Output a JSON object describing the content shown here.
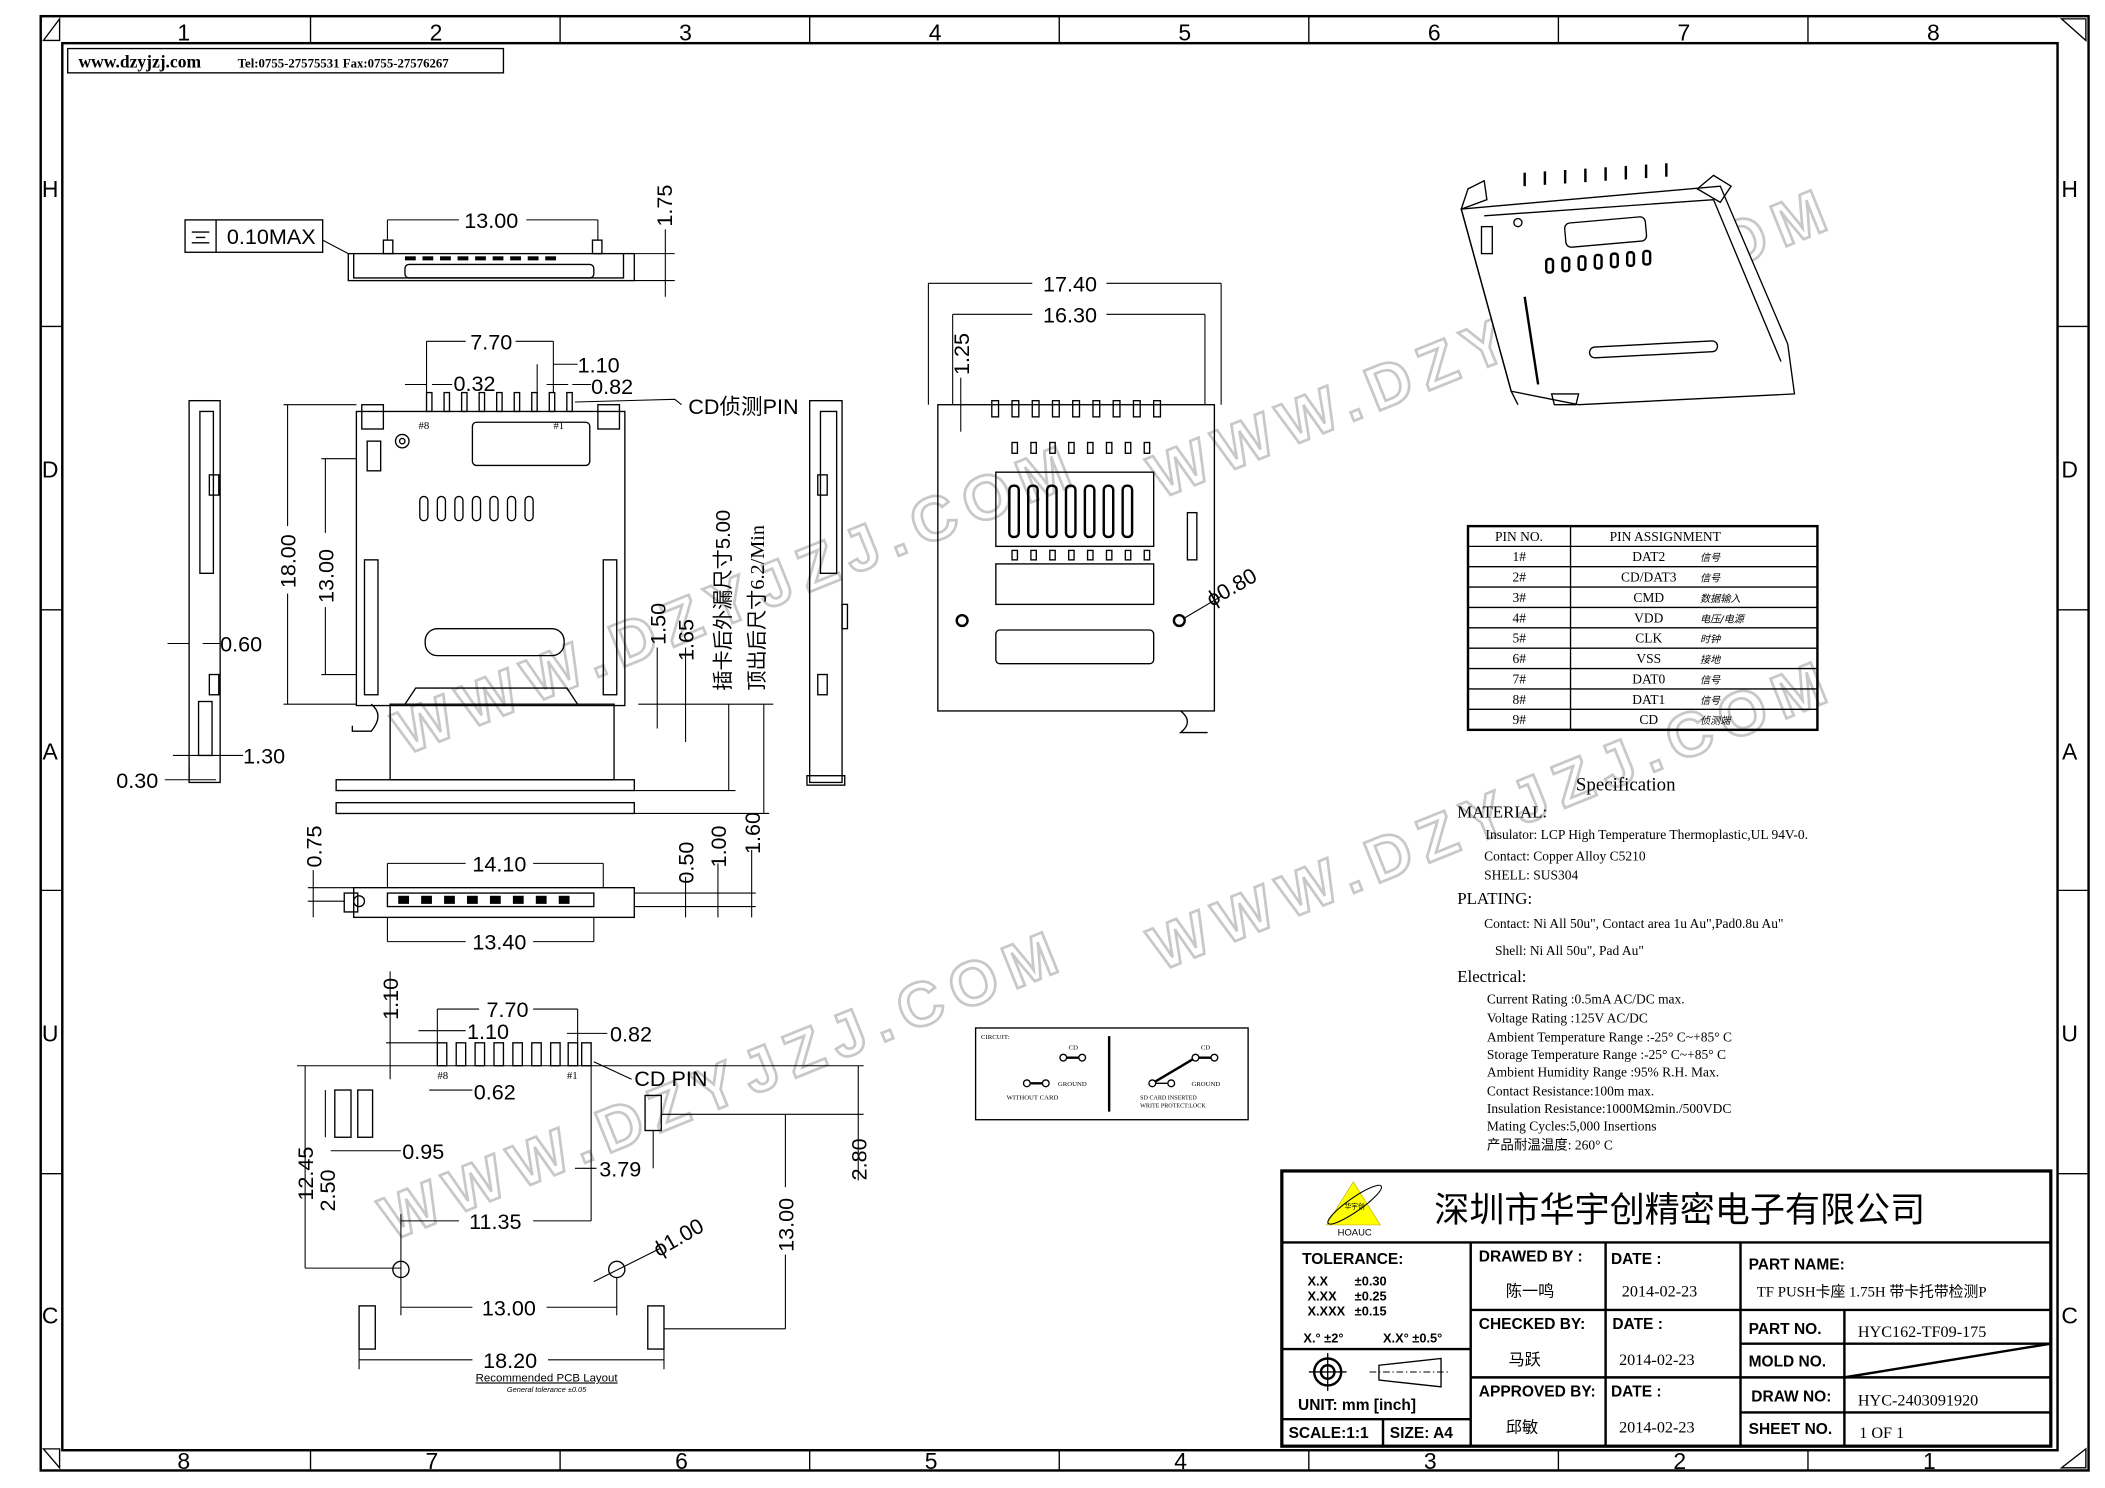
{
  "header": {
    "website": "www.dzyjzj.com",
    "contact": "Tel:0755-27575531  Fax:0755-27576267"
  },
  "ruler": {
    "top": [
      "1",
      "2",
      "3",
      "4",
      "5",
      "6",
      "7",
      "8"
    ],
    "bottom": [
      "8",
      "7",
      "6",
      "5",
      "4",
      "3",
      "2",
      "1"
    ],
    "sides": [
      "H",
      "D",
      "A",
      "U",
      "C"
    ]
  },
  "watermark": "WWW.DZYJZJ.COM",
  "top_view": {
    "flatness": "0.10MAX",
    "width": "13.00",
    "height": "1.75"
  },
  "front_view": {
    "d_770": "7.70",
    "d_110": "1.10",
    "d_032": "0.32",
    "d_082": "0.82",
    "cd_pin": "CD侦测PIN",
    "pin8": "#8",
    "pin1": "#1",
    "d_1800": "18.00",
    "d_1300": "13.00",
    "d_150": "1.50",
    "d_165": "1.65",
    "insert_note": "插卡后外漏尺寸5.00",
    "eject_note": "顶出后尺寸6.2/Min"
  },
  "side_view": {
    "d_060": "0.60",
    "d_130": "1.30",
    "d_030": "0.30"
  },
  "bottom_view": {
    "d_1410": "14.10",
    "d_1340": "13.40",
    "d_075": "0.75",
    "d_050": "0.50",
    "d_100": "1.00",
    "d_160": "1.60"
  },
  "mid_view": {
    "d_1740": "17.40",
    "d_1630": "16.30",
    "d_125": "1.25",
    "d_phi080": "ϕ0.80"
  },
  "pcb": {
    "d_110v": "1.10",
    "d_770": "7.70",
    "d_110": "1.10",
    "d_082": "0.82",
    "pin8": "#8",
    "pin1": "#1",
    "cd_pin": "CD  PIN",
    "d_062": "0.62",
    "d_095": "0.95",
    "d_1245": "12.45",
    "d_250": "2.50",
    "d_379": "3.79",
    "d_280": "2.80",
    "d_1135": "11.35",
    "d_1300v": "13.00",
    "d_phi100": "ϕ1.00",
    "d_1300": "13.00",
    "d_1820": "18.20",
    "title": "Recommended PCB Layout",
    "tolerance": "General tolerance ±0.05"
  },
  "circuit": {
    "title": "CIRCUIT:",
    "cd_left": "CD",
    "ground_left": "GROUND",
    "without_card": "WITHOUT  CARD",
    "cd_right": "CD",
    "ground_right": "GROUND",
    "inserted_1": "SD CARD INSERTED",
    "inserted_2": "WRITE PROTECT:LOCK"
  },
  "pin_table": {
    "headers": [
      "PIN NO.",
      "PIN ASSIGNMENT"
    ],
    "rows": [
      {
        "no": "1#",
        "signal": "DAT2",
        "desc": "信号"
      },
      {
        "no": "2#",
        "signal": "CD/DAT3",
        "desc": "信号"
      },
      {
        "no": "3#",
        "signal": "CMD",
        "desc": "数据输入"
      },
      {
        "no": "4#",
        "signal": "VDD",
        "desc": "电压/电源"
      },
      {
        "no": "5#",
        "signal": "CLK",
        "desc": "时钟"
      },
      {
        "no": "6#",
        "signal": "VSS",
        "desc": "接地"
      },
      {
        "no": "7#",
        "signal": "DAT0",
        "desc": "信号"
      },
      {
        "no": "8#",
        "signal": "DAT1",
        "desc": "信号"
      },
      {
        "no": "9#",
        "signal": "CD",
        "desc": "侦测端"
      }
    ]
  },
  "spec": {
    "title": "Specification",
    "material_h": "MATERIAL:",
    "insulator": "Insulator: LCP High Temperature Thermoplastic,UL 94V-0.",
    "contact": "Contact: Copper Alloy C5210",
    "shell": "SHELL: SUS304",
    "plating_h": "PLATING:",
    "plating_contact": "Contact: Ni All 50u\", Contact area 1u Au\",Pad0.8u Au\"",
    "plating_shell": "Shell: Ni All 50u\", Pad Au\"",
    "electrical_h": "Electrical:",
    "electrical": [
      "Current Rating :0.5mA AC/DC max.",
      "Voltage Rating :125V AC/DC",
      "Ambient Temperature Range :-25° C~+85° C",
      "Storage Temperature Range :-25° C~+85° C",
      "Ambient Humidity Range :95% R.H. Max.",
      "Contact Resistance:100m  max.",
      "Insulation Resistance:1000MΩmin./500VDC",
      "Mating Cycles:5,000 Insertions",
      "产品耐温温度: 260° C"
    ]
  },
  "title_block": {
    "company": "深圳市华宇创精密电子有限公司",
    "logo_cn": "华宇创",
    "logo_en": "HOAUC",
    "logo_color": "#ffff00",
    "tolerance_label": "TOLERANCE:",
    "tol": [
      {
        "k": "X.X",
        "v": "±0.30"
      },
      {
        "k": "X.XX",
        "v": "±0.25"
      },
      {
        "k": "X.XXX",
        "v": "±0.15"
      }
    ],
    "angle1": "X.° ±2°",
    "angle2": "X.X° ±0.5°",
    "unit": "UNIT:  mm  [inch]",
    "scale": "SCALE:1:1",
    "size": "SIZE:  A4",
    "drawed_by_label": "DRAWED  BY :",
    "drawed_by": "陈一鸣",
    "checked_by_label": "CHECKED  BY:",
    "checked_by": "马跃",
    "approved_by_label": "APPROVED  BY:",
    "approved_by": "邱敏",
    "date_label": "DATE  :",
    "date1": "2014-02-23",
    "date2": "2014-02-23",
    "date3": "2014-02-23",
    "part_name_label": "PART  NAME:",
    "part_name": "TF PUSH卡座 1.75H 带卡托带检测P",
    "part_no_label": "PART  NO.",
    "part_no": "HYC162-TF09-175",
    "mold_no_label": "MOLD  NO.",
    "draw_no_label": "DRAW  NO:",
    "draw_no": "HYC-2403091920",
    "sheet_no_label": "SHEET  NO.",
    "sheet_no": "1 OF 1"
  }
}
